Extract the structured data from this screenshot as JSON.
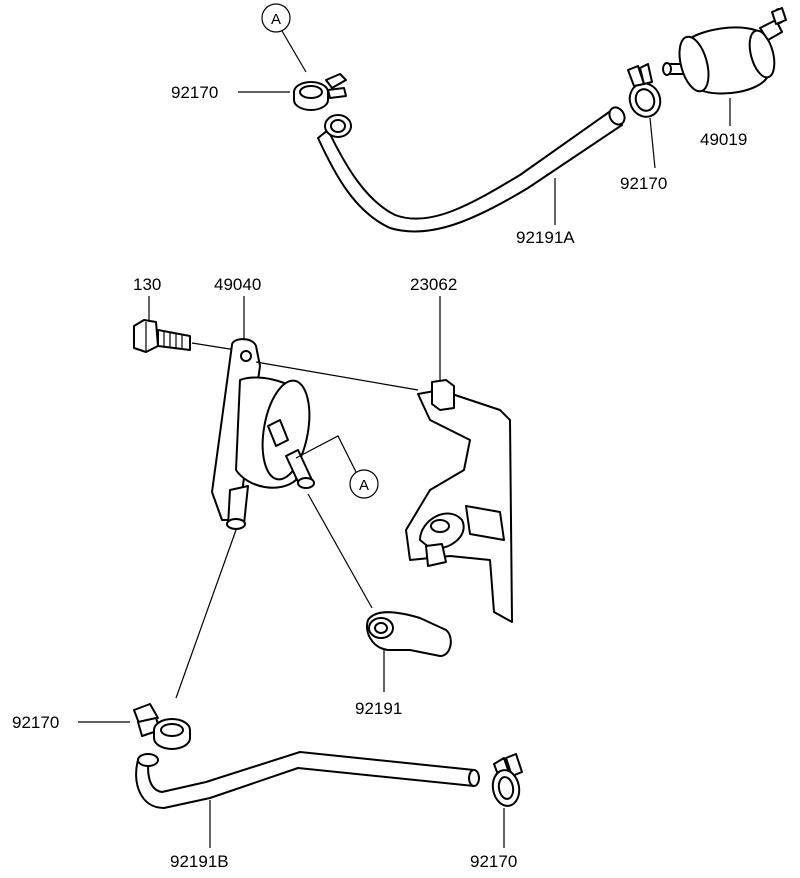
{
  "callouts": {
    "a_top": "A",
    "a_pump": "A"
  },
  "labels": {
    "clamp_top_left": "92170",
    "filter": "49019",
    "clamp_top_right": "92170",
    "hose_a": "92191A",
    "bolt": "130",
    "pump": "49040",
    "bracket": "23062",
    "hose_short": "92191",
    "clamp_bottom_left": "92170",
    "hose_b": "92191B",
    "clamp_bottom_right": "92170"
  }
}
